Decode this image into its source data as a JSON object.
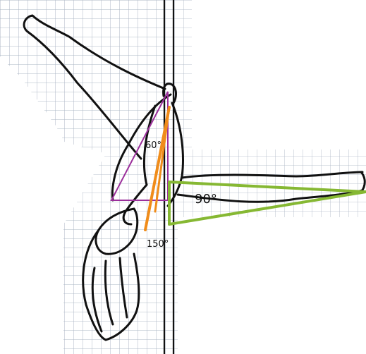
{
  "diagram": {
    "angles": [
      {
        "label": "60°",
        "color": "#9b2f9b"
      },
      {
        "label": "90°",
        "color": "#86b833"
      },
      {
        "label": "150°",
        "color": "#f08c1a"
      }
    ],
    "colors": {
      "grid_line": "#a9b3c2",
      "pole": "#111111",
      "outline": "#111111"
    }
  }
}
